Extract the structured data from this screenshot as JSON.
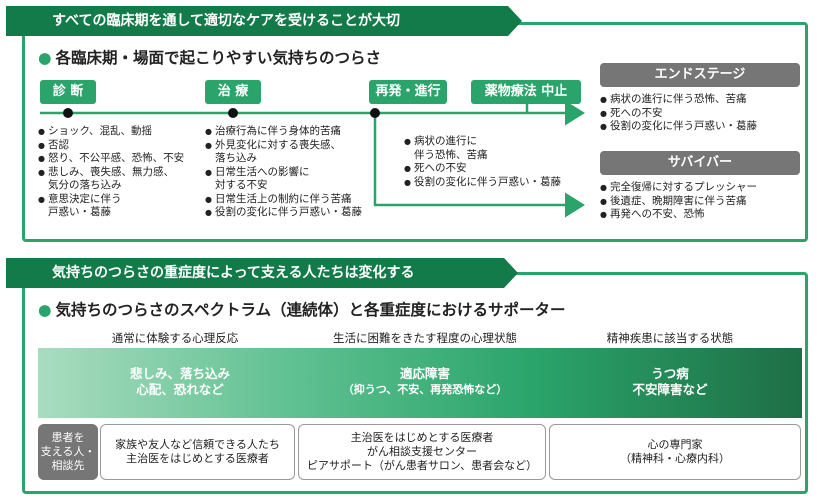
{
  "section1": {
    "title": "すべての臨床期を通して適切なケアを受けることが大切",
    "heading": "各臨床期・場面で起こりやすい気持ちのつらさ",
    "stages": {
      "diagnosis": {
        "label": "診 断",
        "items": [
          "ショック、混乱、動揺",
          "否認",
          "怒り、不公平感、恐怖、不安",
          "悲しみ、喪失感、無力感、",
          "気分の落ち込み",
          "意思決定に伴う",
          "戸惑い・葛藤"
        ]
      },
      "treatment": {
        "label": "治 療",
        "items": [
          "治療行為に伴う身体的苦痛",
          "外見変化に対する喪失感、",
          "落ち込み",
          "日常生活への影響に",
          "対する不安",
          "日常生活上の制約に伴う苦痛",
          "役割の変化に伴う戸惑い・葛藤"
        ]
      },
      "recurrence": {
        "label": "再発・進行",
        "items": [
          "病状の進行に",
          "伴う恐怖、苦痛",
          "死への不安",
          "役割の変化に伴う戸惑い・葛藤"
        ]
      },
      "drug_stop": {
        "label": "薬物療法 中止"
      },
      "endstage": {
        "label": "エンドステージ",
        "items": [
          "病状の進行に伴う恐怖、苦痛",
          "死への不安",
          "役割の変化に伴う戸惑い・葛藤"
        ]
      },
      "survivor": {
        "label": "サバイバー",
        "items": [
          "完全復帰に対するプレッシャー",
          "後遺症、晩期障害に伴う苦痛",
          "再発への不安、恐怖"
        ]
      }
    }
  },
  "section2": {
    "title": "気持ちのつらさの重症度によって支える人たちは変化する",
    "heading": "気持ちのつらさのスペクトラム（連続体）と各重症度におけるサポーター",
    "columns": [
      {
        "header": "通常に体験する心理反応",
        "band_line1": "悲しみ、落ち込み",
        "band_line2": "心配、恐れなど",
        "support_line1": "家族や友人など信頼できる人たち",
        "support_line2": "主治医をはじめとする医療者"
      },
      {
        "header": "生活に困難をきたす程度の心理状態",
        "band_line1": "適応障害",
        "band_line2": "（抑うつ、不安、再発恐怖など）",
        "support_line1": "主治医をはじめとする医療者",
        "support_line2": "がん相談支援センター",
        "support_line3": "ピアサポート（がん患者サロン、患者会など）"
      },
      {
        "header": "精神疾患に該当する状態",
        "band_line1": "うつ病",
        "band_line2": "不安障害など",
        "support_line1": "心の専門家",
        "support_line2": "（精神科・心療内科）"
      }
    ],
    "consult_label_line1": "患者を",
    "consult_label_line2": "支える人・",
    "consult_label_line3": "相談先"
  },
  "colors": {
    "title_bg": "#137a4a",
    "accent": "#2aa46a",
    "gray_tag": "#767676"
  }
}
